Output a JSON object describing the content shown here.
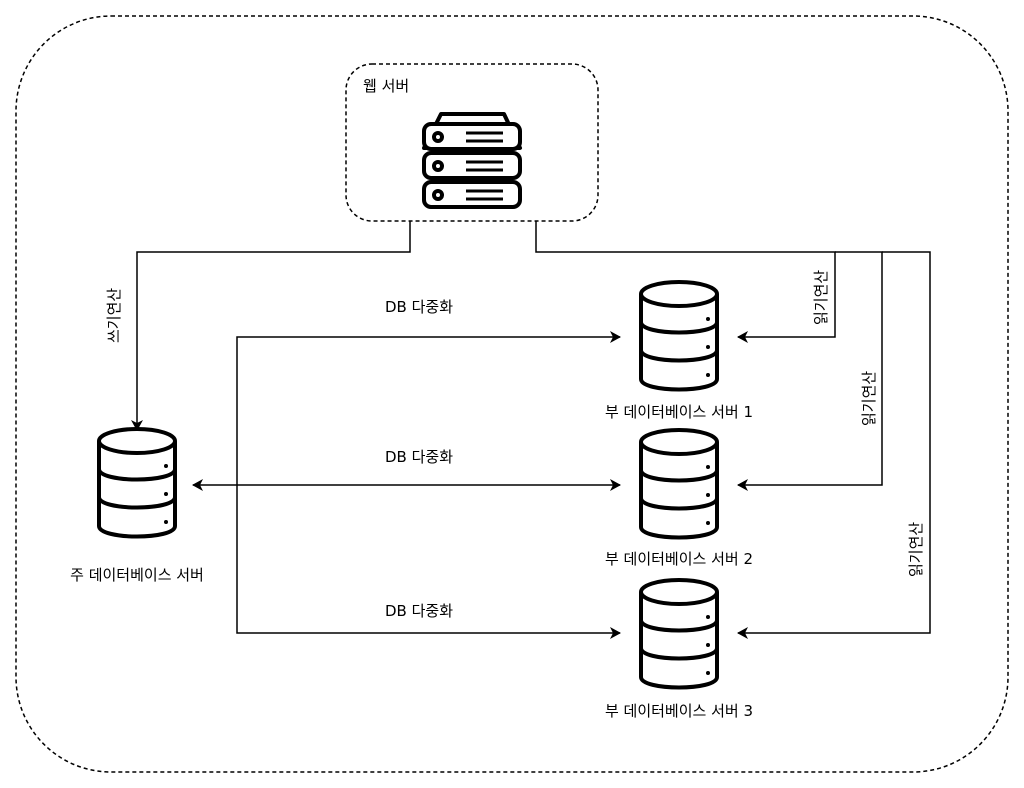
{
  "web_server": {
    "label": "웹 서버"
  },
  "primary_db": {
    "label": "주 데이터베이스 서버"
  },
  "replicas": [
    {
      "label": "부 데이터베이스 서버 1"
    },
    {
      "label": "부 데이터베이스 서버 2"
    },
    {
      "label": "부 데이터베이스 서버 3"
    }
  ],
  "edges": {
    "write_label": "쓰기연산",
    "read_label": "읽기연산",
    "replication_label": "DB 다중화"
  },
  "icons": [
    "server-rack-icon",
    "database-icon"
  ],
  "colors": {
    "stroke": "#000000",
    "background": "#ffffff"
  }
}
